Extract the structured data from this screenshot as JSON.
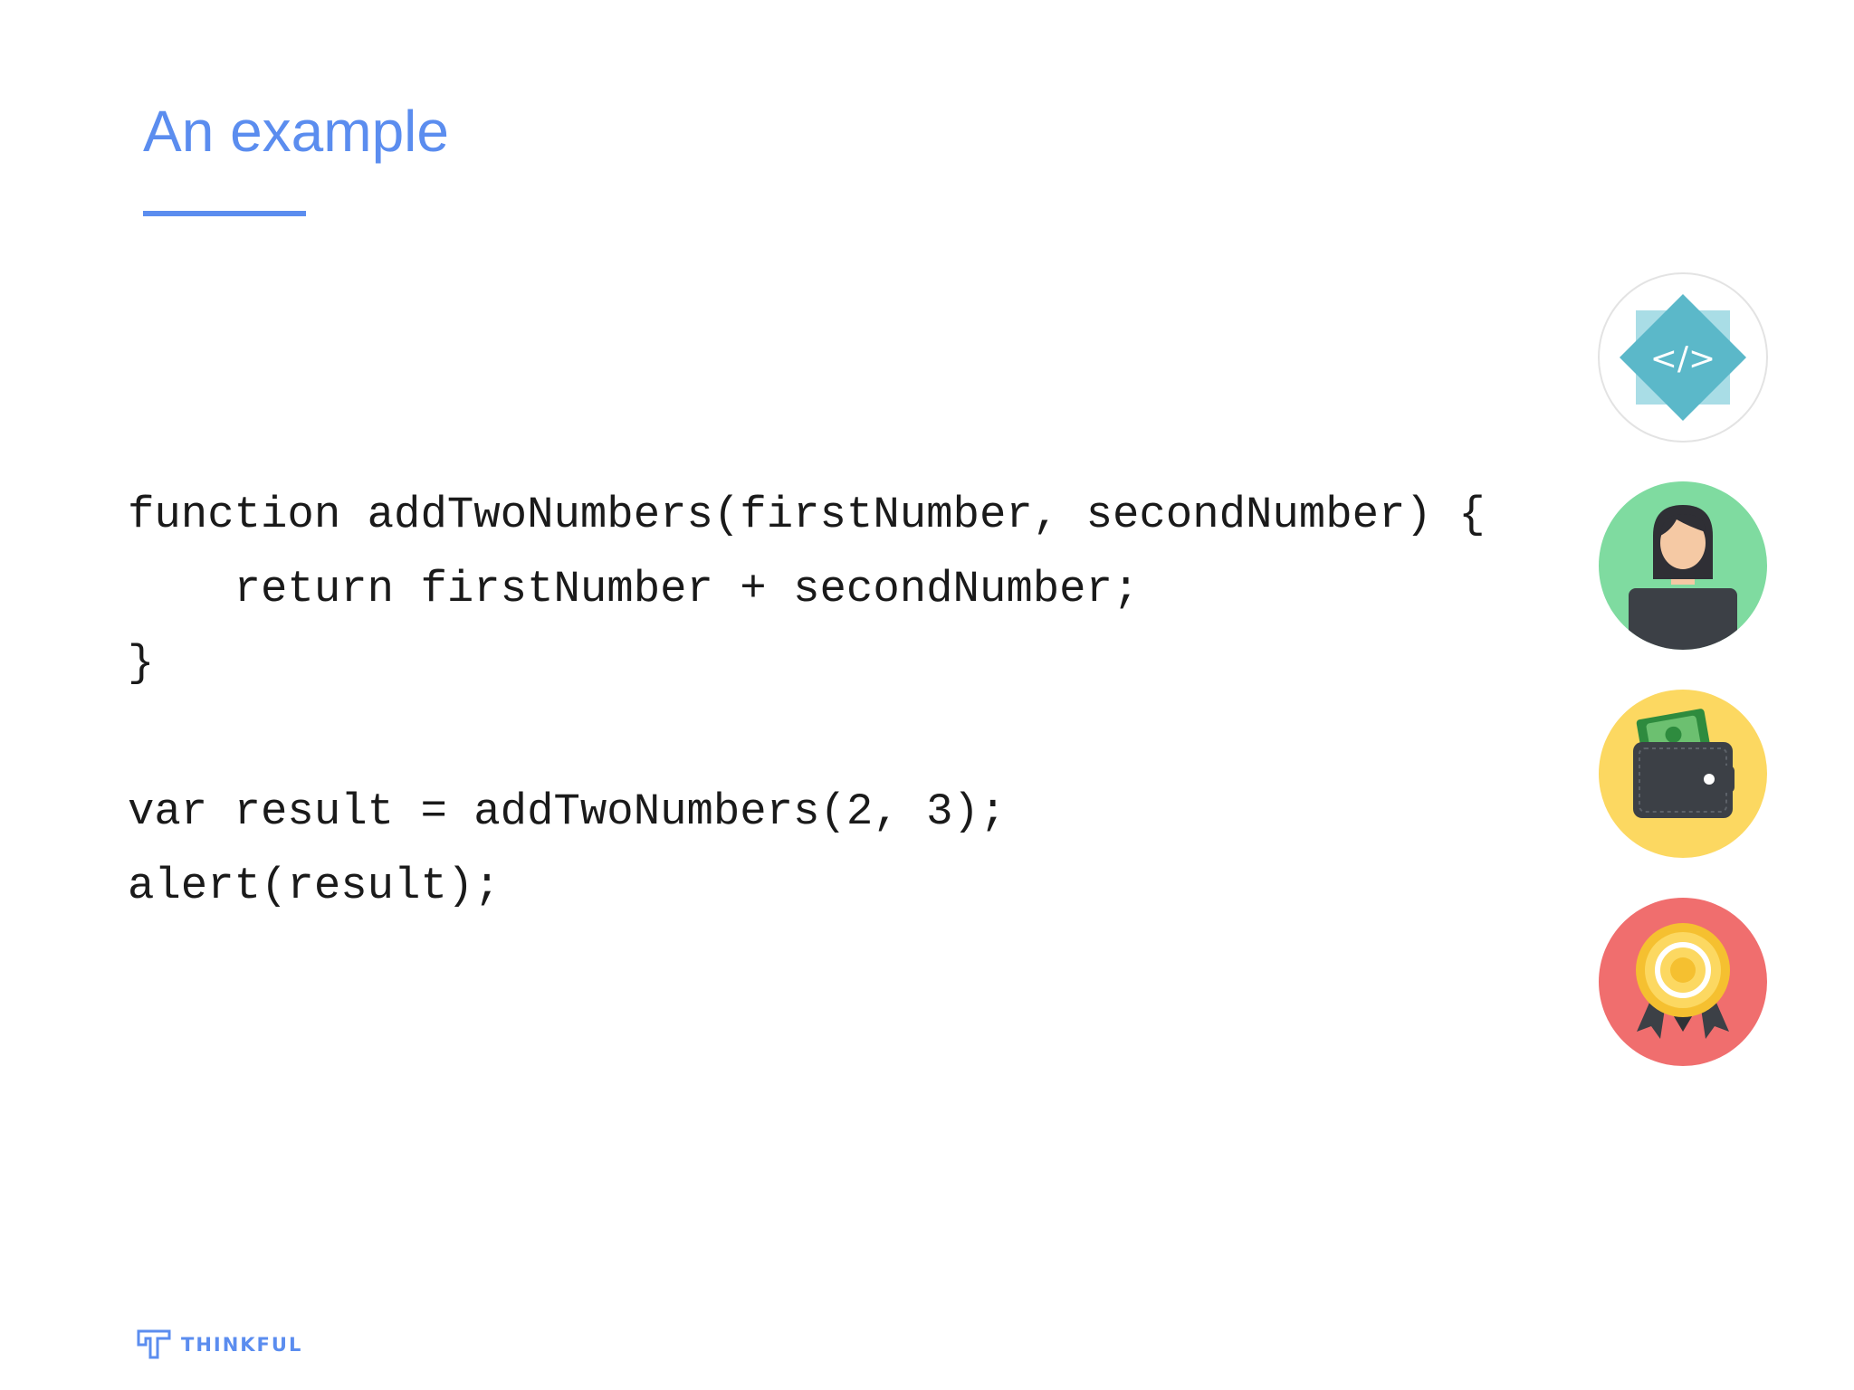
{
  "slide": {
    "title": "An example",
    "code_lines": [
      "function addTwoNumbers(firstNumber, secondNumber) {",
      "    return firstNumber + secondNumber;",
      "}",
      "",
      "var result = addTwoNumbers(2, 3);",
      "alert(result);"
    ]
  },
  "icons": [
    {
      "name": "code-icon",
      "color": "#5bb8c9"
    },
    {
      "name": "developer-icon",
      "color": "#7fdba0"
    },
    {
      "name": "wallet-icon",
      "color": "#fcd861"
    },
    {
      "name": "award-icon",
      "color": "#f06e6e"
    }
  ],
  "footer": {
    "brand": "THINKFUL"
  },
  "colors": {
    "accent": "#5b8def",
    "code_text": "#1a1a1a"
  }
}
